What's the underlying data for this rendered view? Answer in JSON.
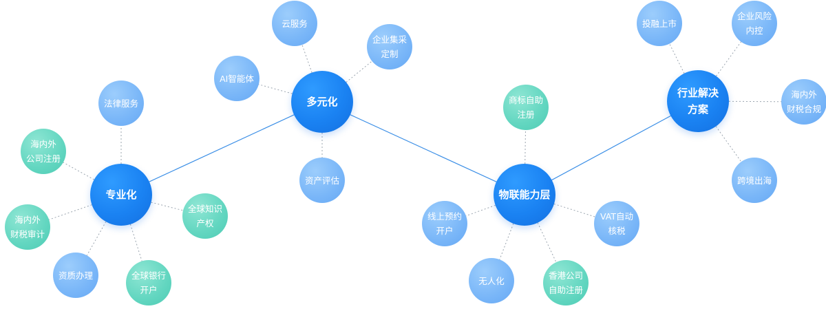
{
  "palette": {
    "hub": "#1a82f2",
    "leaf_blue": "#79b6f8",
    "leaf_teal": "#62d6c0",
    "hub_link": "#3a8ee6",
    "leaf_link": "#9aa4ae"
  },
  "hubs": [
    {
      "id": "zhuanyehua",
      "label": [
        "专业化"
      ]
    },
    {
      "id": "duoyuanhua",
      "label": [
        "多元化"
      ]
    },
    {
      "id": "wulian",
      "label": [
        "物联能力层"
      ]
    },
    {
      "id": "hangye",
      "label": [
        "行业解决",
        "方案"
      ]
    }
  ],
  "leaves": [
    {
      "id": "falv",
      "hub": "zhuanyehua",
      "tone": "blue",
      "label": [
        "法律服务"
      ]
    },
    {
      "id": "haineiwai_gongsi",
      "hub": "zhuanyehua",
      "tone": "teal",
      "label": [
        "海内外",
        "公司注册"
      ]
    },
    {
      "id": "haineiwai_caishui",
      "hub": "zhuanyehua",
      "tone": "teal",
      "label": [
        "海内外",
        "财税审计"
      ]
    },
    {
      "id": "zizhi",
      "hub": "zhuanyehua",
      "tone": "blue",
      "label": [
        "资质办理"
      ]
    },
    {
      "id": "quanqiu_yinhang",
      "hub": "zhuanyehua",
      "tone": "teal",
      "label": [
        "全球银行",
        "开户"
      ]
    },
    {
      "id": "quanqiu_zhishi",
      "hub": "zhuanyehua",
      "tone": "teal",
      "label": [
        "全球知识",
        "产权"
      ]
    },
    {
      "id": "yunfuwu",
      "hub": "duoyuanhua",
      "tone": "blue",
      "label": [
        "云服务"
      ]
    },
    {
      "id": "ai",
      "hub": "duoyuanhua",
      "tone": "blue",
      "label": [
        "AI智能体"
      ]
    },
    {
      "id": "jicai",
      "hub": "duoyuanhua",
      "tone": "blue",
      "label": [
        "企业集采",
        "定制"
      ]
    },
    {
      "id": "zichan",
      "hub": "duoyuanhua",
      "tone": "blue",
      "label": [
        "资产评估"
      ]
    },
    {
      "id": "shangbiao",
      "hub": "wulian",
      "tone": "teal",
      "label": [
        "商标自助",
        "注册"
      ]
    },
    {
      "id": "xianshang",
      "hub": "wulian",
      "tone": "blue",
      "label": [
        "线上预约",
        "开户"
      ]
    },
    {
      "id": "vat",
      "hub": "wulian",
      "tone": "blue",
      "label": [
        "VAT自动",
        "核税"
      ]
    },
    {
      "id": "wurenhua",
      "hub": "wulian",
      "tone": "blue",
      "label": [
        "无人化"
      ]
    },
    {
      "id": "xianggang",
      "hub": "wulian",
      "tone": "teal",
      "label": [
        "香港公司",
        "自助注册"
      ]
    },
    {
      "id": "tourong",
      "hub": "hangye",
      "tone": "blue",
      "label": [
        "投融上市"
      ]
    },
    {
      "id": "fengxian",
      "hub": "hangye",
      "tone": "blue",
      "label": [
        "企业风险",
        "内控"
      ]
    },
    {
      "id": "caishui_hegui",
      "hub": "hangye",
      "tone": "blue",
      "label": [
        "海内外",
        "财税合规"
      ]
    },
    {
      "id": "kuajing",
      "hub": "hangye",
      "tone": "blue",
      "label": [
        "跨境出海"
      ]
    }
  ],
  "hub_links": [
    [
      "zhuanyehua",
      "duoyuanhua"
    ],
    [
      "duoyuanhua",
      "wulian"
    ],
    [
      "wulian",
      "hangye"
    ]
  ]
}
